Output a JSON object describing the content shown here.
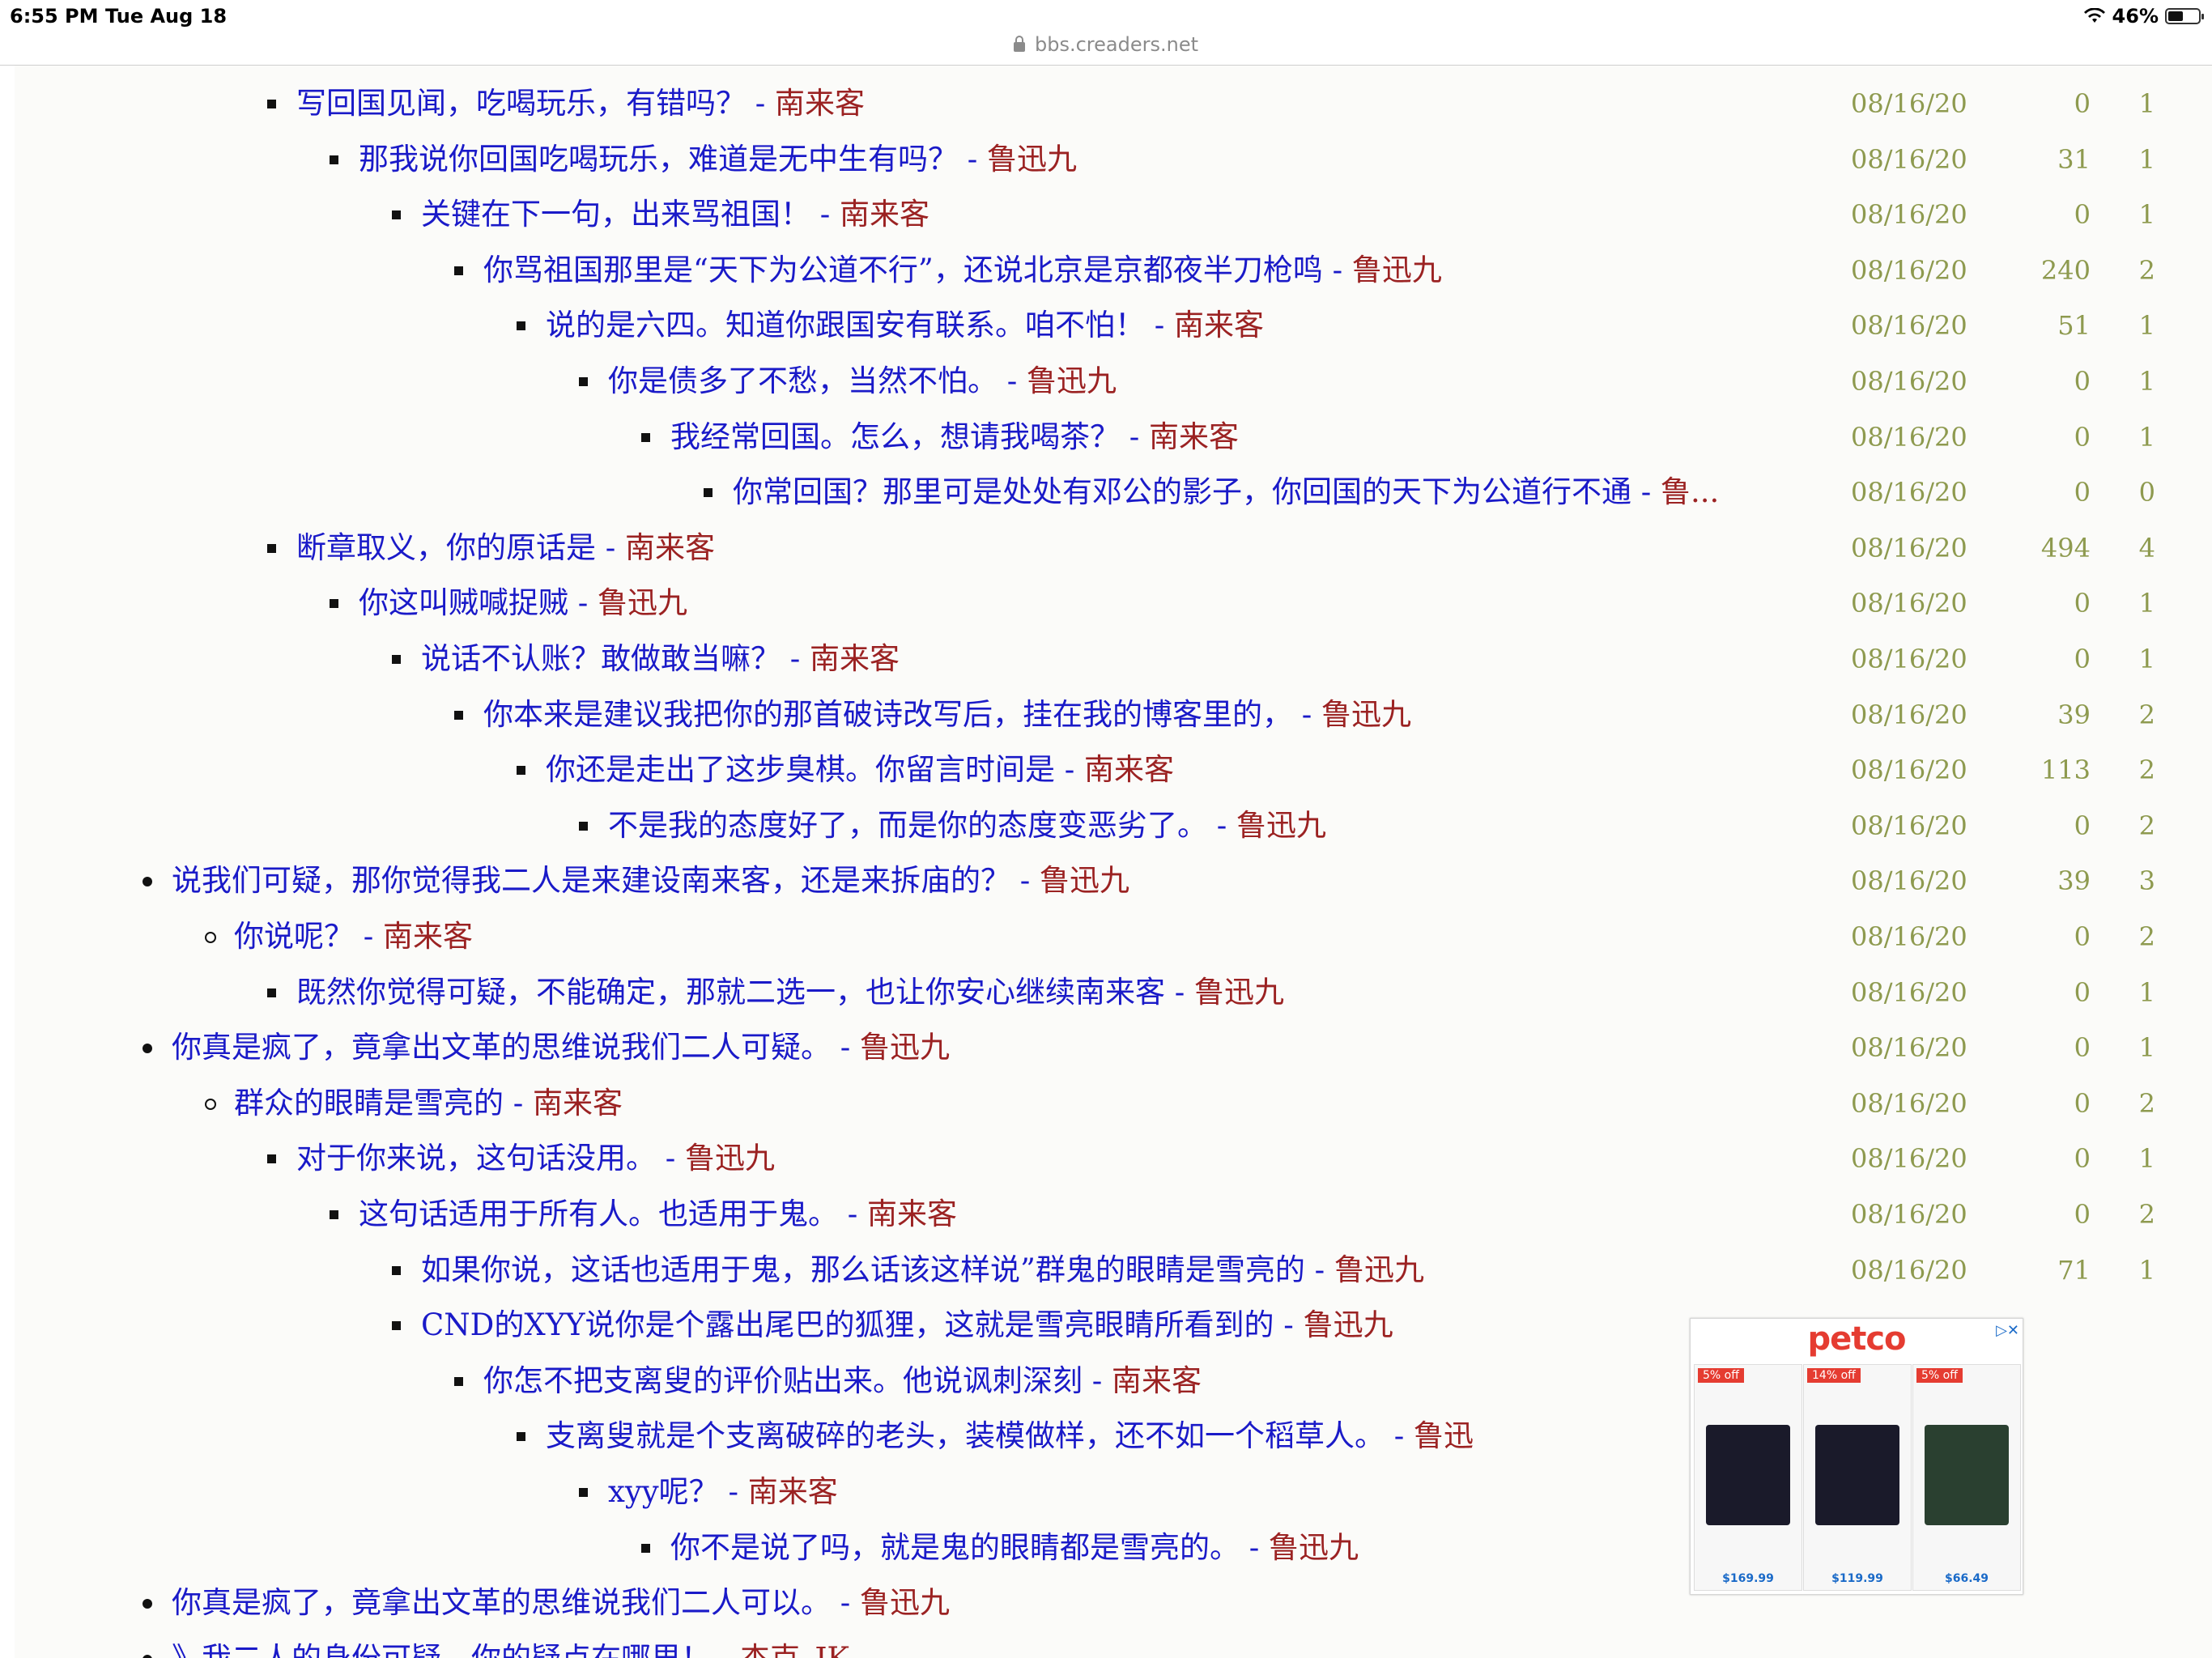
{
  "status": {
    "time": "6:55 PM",
    "date": "Tue Aug 18",
    "battery": "46%"
  },
  "browser": {
    "url": "bbs.creaders.net"
  },
  "threads": [
    {
      "t": "写回国见闻，吃喝玩乐，有错吗？",
      "a": "南来客",
      "d": "08/16/20",
      "s": "0",
      "c": "1"
    },
    {
      "t": "那我说你回国吃喝玩乐，难道是无中生有吗？",
      "a": "鲁迅九",
      "d": "08/16/20",
      "s": "31",
      "c": "1"
    },
    {
      "t": "关键在下一句，出来骂祖国！",
      "a": "南来客",
      "d": "08/16/20",
      "s": "0",
      "c": "1"
    },
    {
      "t": "你骂祖国那里是“天下为公道不行”，还说北京是京都夜半刀枪鸣",
      "a": "鲁迅九",
      "d": "08/16/20",
      "s": "240",
      "c": "2"
    },
    {
      "t": "说的是六四。知道你跟国安有联系。咱不怕！",
      "a": "南来客",
      "d": "08/16/20",
      "s": "51",
      "c": "1"
    },
    {
      "t": "你是债多了不愁，当然不怕。",
      "a": "鲁迅九",
      "d": "08/16/20",
      "s": "0",
      "c": "1"
    },
    {
      "t": "我经常回国。怎么，想请我喝茶？",
      "a": "南来客",
      "d": "08/16/20",
      "s": "0",
      "c": "1"
    },
    {
      "t": "你常回国？那里可是处处有邓公的影子，你回国的天下为公道行不通",
      "a": "鲁...",
      "d": "08/16/20",
      "s": "0",
      "c": "0"
    },
    {
      "t": "断章取义，你的原话是",
      "a": "南来客",
      "d": "08/16/20",
      "s": "494",
      "c": "4"
    },
    {
      "t": "你这叫贼喊捉贼",
      "a": "鲁迅九",
      "d": "08/16/20",
      "s": "0",
      "c": "1"
    },
    {
      "t": "说话不认账？敢做敢当嘛？",
      "a": "南来客",
      "d": "08/16/20",
      "s": "0",
      "c": "1"
    },
    {
      "t": "你本来是建议我把你的那首破诗改写后，挂在我的博客里的，",
      "a": "鲁迅九",
      "d": "08/16/20",
      "s": "39",
      "c": "2"
    },
    {
      "t": "你还是走出了这步臭棋。你留言时间是",
      "a": "南来客",
      "d": "08/16/20",
      "s": "113",
      "c": "2"
    },
    {
      "t": "不是我的态度好了，而是你的态度变恶劣了。",
      "a": "鲁迅九",
      "d": "08/16/20",
      "s": "0",
      "c": "2"
    },
    {
      "t": "说我们可疑，那你觉得我二人是来建设南来客，还是来拆庙的？",
      "a": "鲁迅九",
      "d": "08/16/20",
      "s": "39",
      "c": "3"
    },
    {
      "t": "你说呢？",
      "a": "南来客",
      "d": "08/16/20",
      "s": "0",
      "c": "2"
    },
    {
      "t": "既然你觉得可疑，不能确定，那就二选一，也让你安心继续南来客",
      "a": "鲁迅九",
      "d": "08/16/20",
      "s": "0",
      "c": "1"
    },
    {
      "t": "你真是疯了，竟拿出文革的思维说我们二人可疑。",
      "a": "鲁迅九",
      "d": "08/16/20",
      "s": "0",
      "c": "1"
    },
    {
      "t": "群众的眼睛是雪亮的",
      "a": "南来客",
      "d": "08/16/20",
      "s": "0",
      "c": "2"
    },
    {
      "t": "对于你来说，这句话没用。",
      "a": "鲁迅九",
      "d": "08/16/20",
      "s": "0",
      "c": "1"
    },
    {
      "t": "这句话适用于所有人。也适用于鬼。",
      "a": "南来客",
      "d": "08/16/20",
      "s": "0",
      "c": "2"
    },
    {
      "t": "如果你说，这话也适用于鬼，那么话该这样说”群鬼的眼睛是雪亮的",
      "a": "鲁迅九",
      "d": "08/16/20",
      "s": "71",
      "c": "1"
    },
    {
      "t": "CND的XYY说你是个露出尾巴的狐狸，这就是雪亮眼睛所看到的",
      "a": "鲁迅九",
      "d": "",
      "s": "",
      "c": ""
    },
    {
      "t": "你怎不把支离叟的评价贴出来。他说讽刺深刻",
      "a": "南来客",
      "d": "",
      "s": "",
      "c": ""
    },
    {
      "t": "支离叟就是个支离破碎的老头，装模做样，还不如一个稻草人。",
      "a": "鲁迅",
      "d": "",
      "s": "",
      "c": ""
    },
    {
      "t": "xyy呢？",
      "a": "南来客",
      "d": "",
      "s": "",
      "c": ""
    },
    {
      "t": "你不是说了吗，就是鬼的眼睛都是雪亮的。",
      "a": "鲁迅九",
      "d": "",
      "s": "",
      "c": ""
    },
    {
      "t": "你真是疯了，竟拿出文革的思维说我们二人可以。",
      "a": "鲁迅九",
      "d": "",
      "s": "",
      "c": ""
    },
    {
      "t": "》我二人的身份可疑，你的疑点在哪里！",
      "a": "杰克_JK",
      "d": "",
      "s": "",
      "c": ""
    }
  ],
  "ad": {
    "brand": "petco",
    "close": "▷✕",
    "products": [
      {
        "discount": "5% off",
        "price": "$169.99"
      },
      {
        "discount": "14% off",
        "price": "$119.99"
      },
      {
        "discount": "5% off",
        "price": "$66.49"
      }
    ]
  },
  "colors": {
    "title": "#1a1ac8",
    "author": "#9b2222",
    "meta": "#8e9a4f",
    "brand": "#e53c31"
  }
}
